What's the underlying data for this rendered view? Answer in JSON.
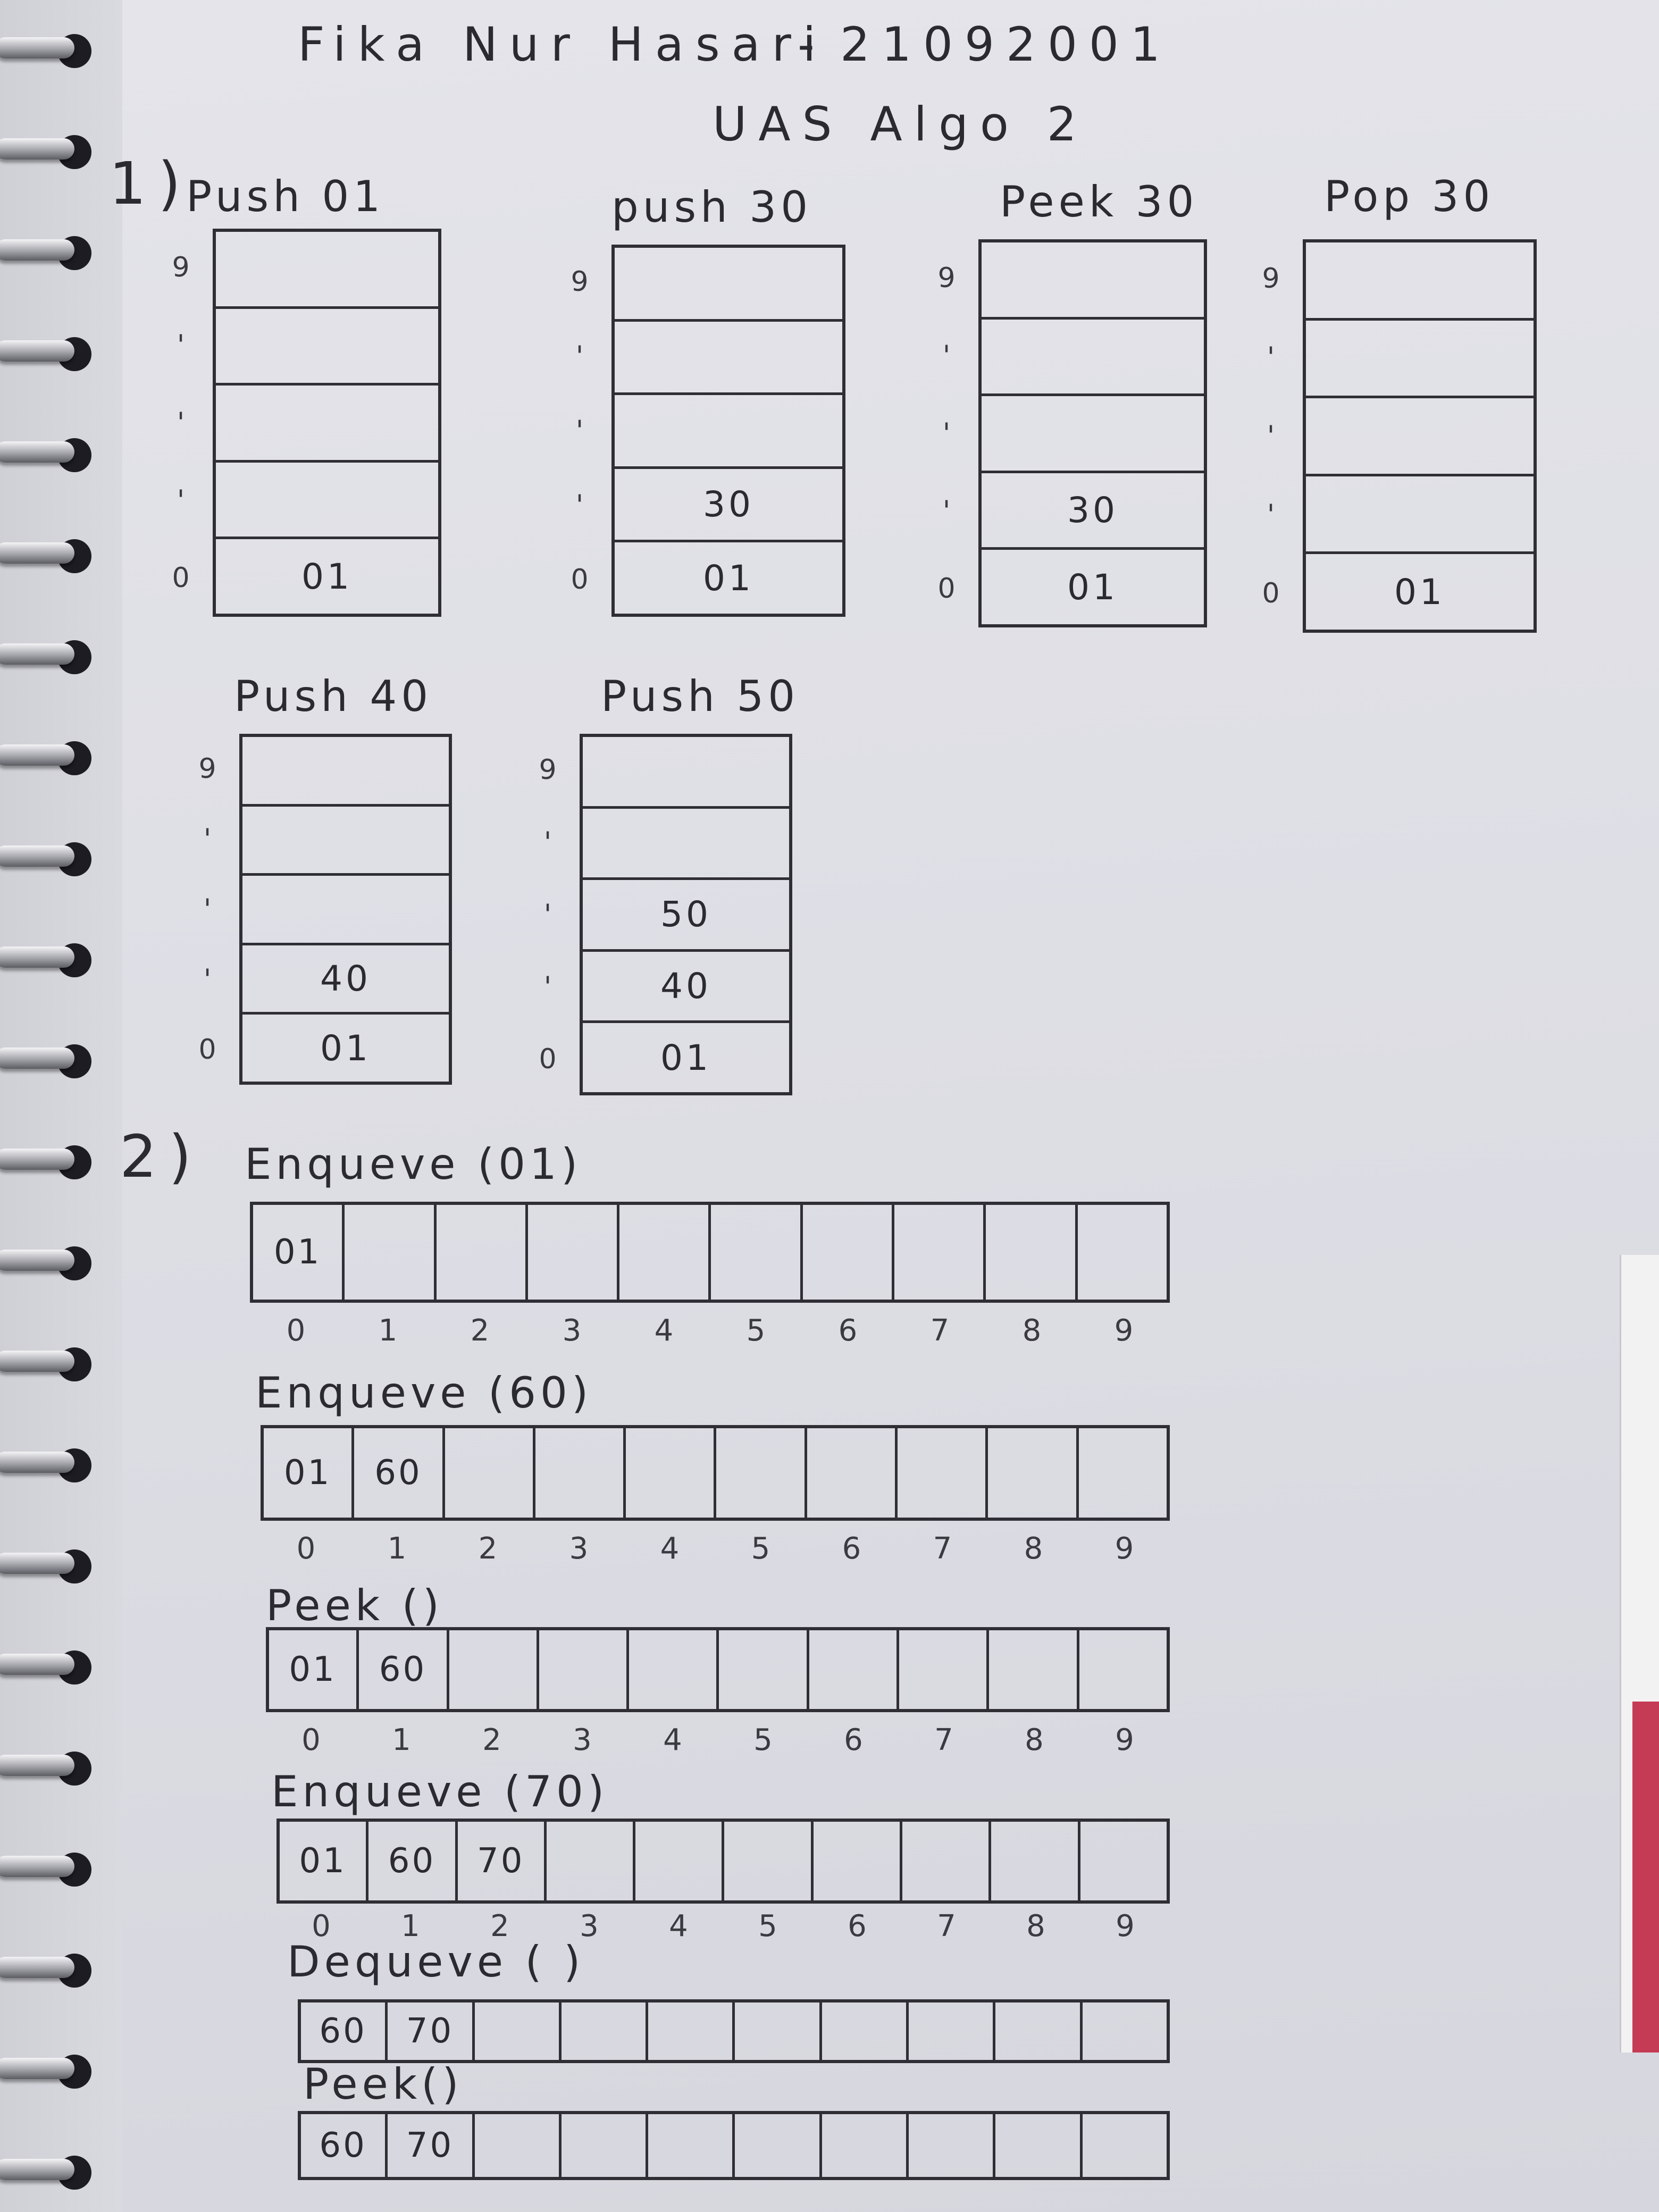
{
  "header": {
    "name": "Fika Nur Hasari",
    "separator": "-",
    "student_id": "21092001",
    "subtitle": "UAS Algo 2"
  },
  "section1": {
    "number": "1)",
    "stack_index_labels": [
      "9",
      "'",
      "'",
      "'",
      "0"
    ],
    "stacks": [
      {
        "label": "Push 01",
        "cells": [
          "",
          "",
          "",
          "",
          "01"
        ]
      },
      {
        "label": "push 30",
        "cells": [
          "",
          "",
          "",
          "30",
          "01"
        ]
      },
      {
        "label": "Peek 30",
        "cells": [
          "",
          "",
          "",
          "30",
          "01"
        ]
      },
      {
        "label": "Pop 30",
        "cells": [
          "",
          "",
          "",
          "",
          "01"
        ]
      },
      {
        "label": "Push 40",
        "cells": [
          "",
          "",
          "",
          "40",
          "01"
        ]
      },
      {
        "label": "Push 50",
        "cells": [
          "",
          "",
          "50",
          "40",
          "01"
        ]
      }
    ]
  },
  "section2": {
    "number": "2)",
    "queue_index_labels": [
      "0",
      "1",
      "2",
      "3",
      "4",
      "5",
      "6",
      "7",
      "8",
      "9"
    ],
    "queues": [
      {
        "label": "Enqueve (01)",
        "cells": [
          "01",
          "",
          "",
          "",
          "",
          "",
          "",
          "",
          "",
          ""
        ],
        "show_index": true
      },
      {
        "label": "Enqueve (60)",
        "cells": [
          "01",
          "60",
          "",
          "",
          "",
          "",
          "",
          "",
          "",
          ""
        ],
        "show_index": true
      },
      {
        "label": "Peek ()",
        "cells": [
          "01",
          "60",
          "",
          "",
          "",
          "",
          "",
          "",
          "",
          ""
        ],
        "show_index": true
      },
      {
        "label": "Enqueve (70)",
        "cells": [
          "01",
          "60",
          "70",
          "",
          "",
          "",
          "",
          "",
          "",
          ""
        ],
        "show_index": true
      },
      {
        "label": "Dequeve ( )",
        "cells": [
          "60",
          "70",
          "",
          "",
          "",
          "",
          "",
          "",
          "",
          ""
        ],
        "show_index": false
      },
      {
        "label": "Peek()",
        "cells": [
          "60",
          "70",
          "",
          "",
          "",
          "",
          "",
          "",
          "",
          ""
        ],
        "show_index": false
      }
    ]
  },
  "colors": {
    "paper": "#e0e0e6",
    "ink": "#2a2a30",
    "tab_red": "#c53a55"
  }
}
